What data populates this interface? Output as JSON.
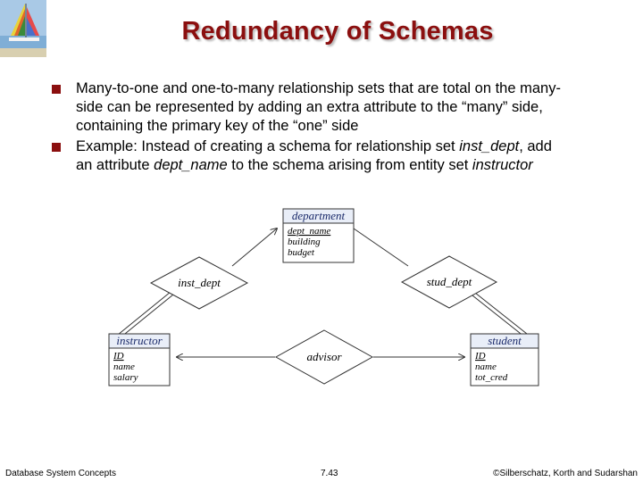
{
  "title": "Redundancy of Schemas",
  "bullets": [
    {
      "text": "Many-to-one and one-to-many relationship sets that are total on the many-side can be represented by adding an extra attribute to the “many” side, containing the primary key of the “one” side"
    },
    {
      "parts": [
        {
          "text": "Example: Instead of creating a schema for relationship set ",
          "italic": false
        },
        {
          "text": "inst_dept",
          "italic": true
        },
        {
          "text": ", add an attribute ",
          "italic": false
        },
        {
          "text": "dept_name",
          "italic": true
        },
        {
          "text": " to the schema arising from entity set ",
          "italic": false
        },
        {
          "text": "instructor",
          "italic": true
        }
      ]
    }
  ],
  "diagram": {
    "entities": {
      "department": {
        "name": "department",
        "attributes": [
          "dept_name",
          "building",
          "budget"
        ],
        "primary_key": "dept_name"
      },
      "instructor": {
        "name": "instructor",
        "attributes": [
          "ID",
          "name",
          "salary"
        ],
        "primary_key": "ID"
      },
      "student": {
        "name": "student",
        "attributes": [
          "ID",
          "name",
          "tot_cred"
        ],
        "primary_key": "ID"
      }
    },
    "relationships": {
      "inst_dept": "inst_dept",
      "stud_dept": "stud_dept",
      "advisor": "advisor"
    }
  },
  "footer": {
    "left": "Database System Concepts",
    "center": "7.43",
    "right": "©Silberschatz, Korth and Sudarshan"
  },
  "colors": {
    "title": "#8b0f0f",
    "bullet": "#8b0f0f",
    "entity_header_bg": "#e9eef8",
    "entity_title": "#1a2a6a"
  }
}
